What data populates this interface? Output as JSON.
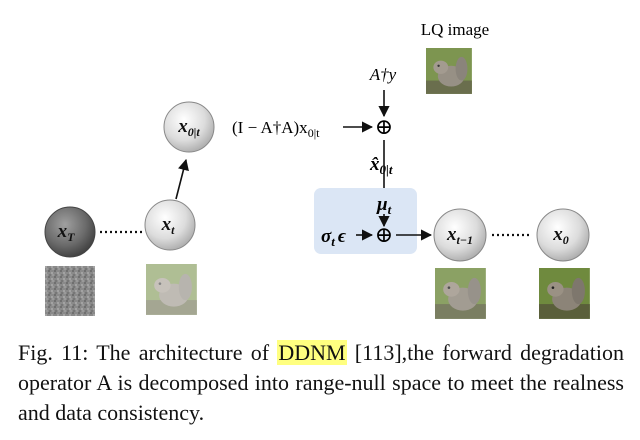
{
  "diagram": {
    "lq_label": "LQ image",
    "term_aty": "A†y",
    "term_null": "(I − A†A)x",
    "term_null_sub": "0|t",
    "term_xhat": "x̂",
    "term_xhat_sub": "0|t",
    "term_mu": "μ",
    "term_mu_sub": "t",
    "term_sigma": "σ",
    "term_sigma_sub": "t",
    "term_eps": "ϵ",
    "oplus": "⊕",
    "dots": "⋯",
    "nodes": {
      "xT": {
        "base": "x",
        "sub": "T"
      },
      "xt": {
        "base": "x",
        "sub": "t"
      },
      "x0t": {
        "base": "x",
        "sub": "0|t"
      },
      "xt1": {
        "base": "x",
        "sub": "t−1"
      },
      "x0": {
        "base": "x",
        "sub": "0"
      }
    },
    "colors": {
      "node_dark": "#6e6e6e",
      "node_light": "#d6d6d6",
      "box_fill": "#dbe6f5",
      "arrow": "#111111"
    }
  },
  "caption": {
    "prefix": "Fig. 11: The architecture of ",
    "highlight": "DDNM",
    "suffix": " [113],the forward degradation operator A is decomposed into range-null space to meet the realness and data consistency.",
    "highlight_color": "#ffff80"
  }
}
